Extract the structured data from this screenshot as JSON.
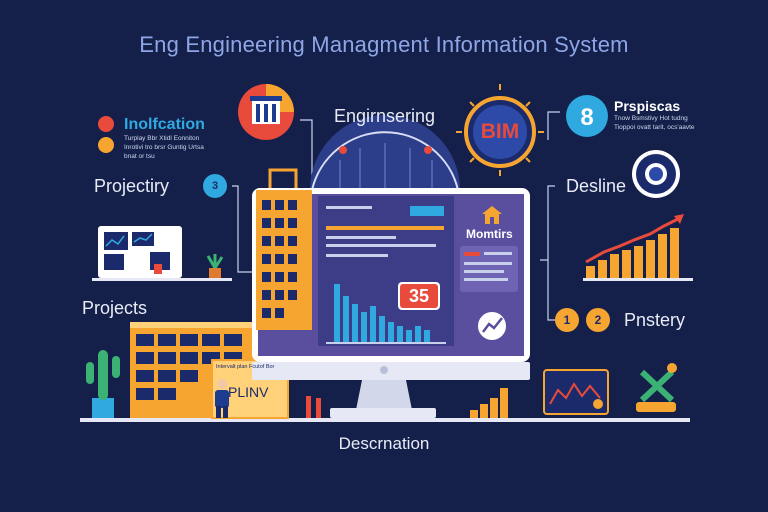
{
  "title": "Eng Engineering Managment Information System",
  "labels": {
    "indication": "Inolfcation",
    "indication_text": "Turplay Bbr Xtidl Eonniton Inrotivi tro brsr Guntig Urtsa bnat or tsu",
    "engineering": "Engirnsering",
    "bim": "BIM",
    "badge_number": "8",
    "prospices": "Prspiscas",
    "prospices_text": "Tnow Bsmstivy Hot tudng Tioppoi ovatt tarit, ocs'aavte",
    "projectiry": "Projectiry",
    "step_number": "3",
    "projects": "Projects",
    "desline": "Desline",
    "monitors": "Momtirs",
    "kpi_number": "35",
    "steps": [
      "1",
      "2"
    ],
    "postery": "Pnstery",
    "plan_caption": "Intervalt plan Fcutof Bor",
    "plan": "PLINV",
    "description": "Descrnation"
  },
  "colors": {
    "background": "#14204a",
    "accent_orange": "#f7a531",
    "accent_red": "#e84b3c",
    "accent_blue": "#2fa9e0",
    "monitor_purple": "#5a4f9e",
    "panel_indigo": "#3d3c86"
  },
  "icons": [
    "building-circle-icon",
    "bim-badge-icon",
    "bullet-red-icon",
    "bullet-yellow-icon",
    "gear-camera-icon",
    "house-icon",
    "trend-arrow-icon",
    "cactus-icon",
    "plant-icon",
    "person-icon",
    "excavator-icon",
    "line-chart-board-icon"
  ]
}
